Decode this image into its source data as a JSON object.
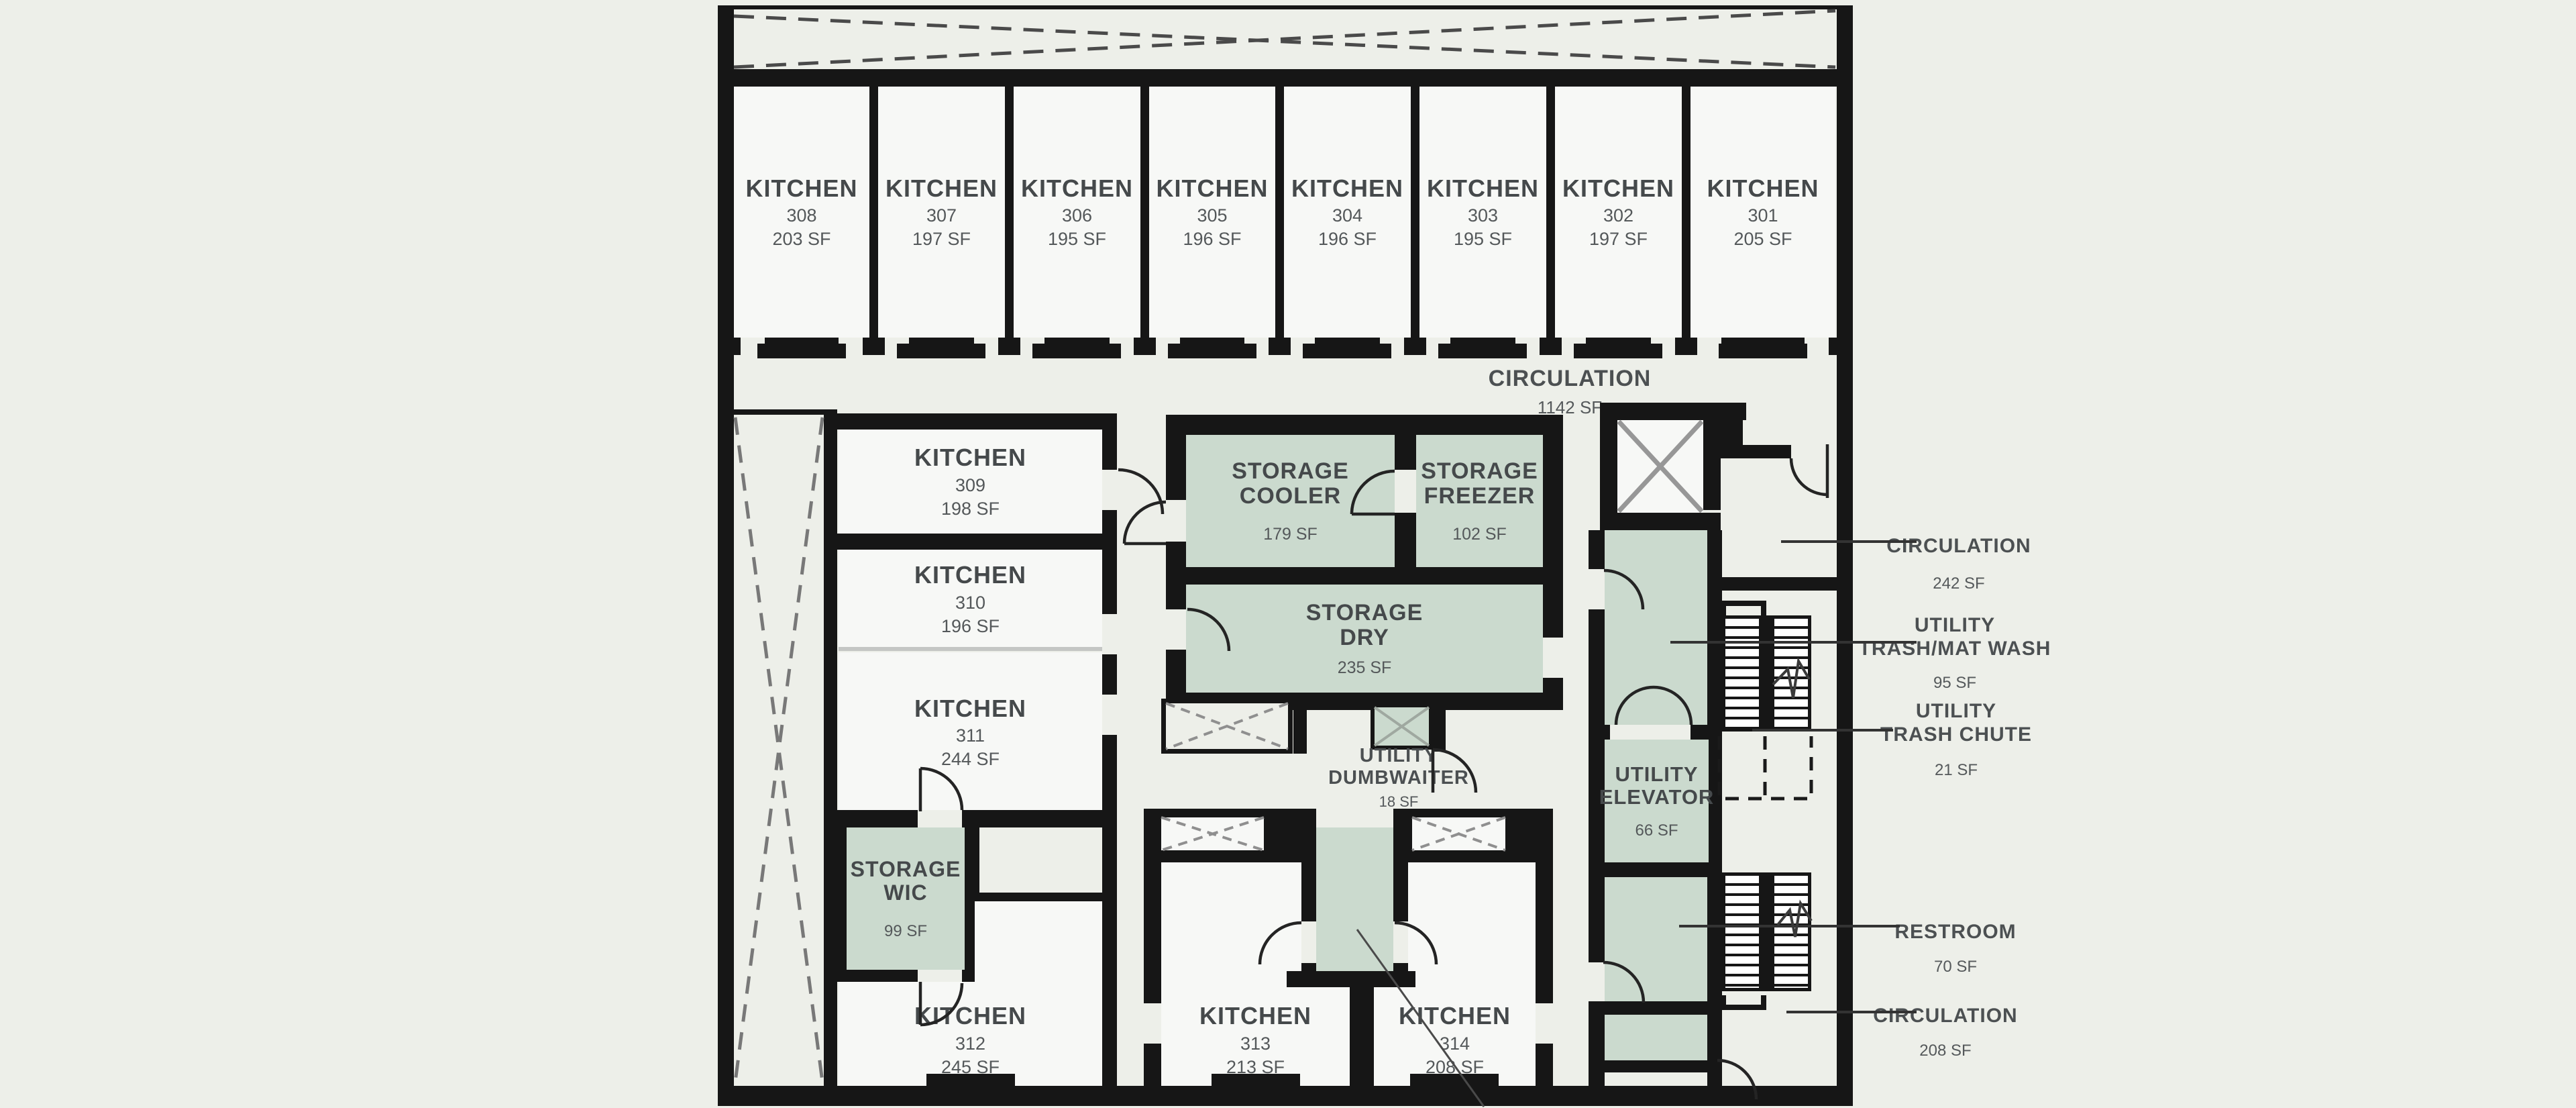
{
  "colors": {
    "wall": "#161616",
    "room_fill": "#f7f8f6",
    "storage_fill": "#cbdace",
    "background": "#edefe9",
    "label_text": "#45494b"
  },
  "rooms": {
    "top_row": [
      {
        "name": "KITCHEN",
        "number": "308",
        "area": "203 SF"
      },
      {
        "name": "KITCHEN",
        "number": "307",
        "area": "197 SF"
      },
      {
        "name": "KITCHEN",
        "number": "306",
        "area": "195 SF"
      },
      {
        "name": "KITCHEN",
        "number": "305",
        "area": "196 SF"
      },
      {
        "name": "KITCHEN",
        "number": "304",
        "area": "196 SF"
      },
      {
        "name": "KITCHEN",
        "number": "303",
        "area": "195 SF"
      },
      {
        "name": "KITCHEN",
        "number": "302",
        "area": "197 SF"
      },
      {
        "name": "KITCHEN",
        "number": "301",
        "area": "205 SF"
      }
    ],
    "left_column": [
      {
        "name": "KITCHEN",
        "number": "309",
        "area": "198 SF"
      },
      {
        "name": "KITCHEN",
        "number": "310",
        "area": "196 SF"
      },
      {
        "name": "KITCHEN",
        "number": "311",
        "area": "244 SF"
      }
    ],
    "storage_wic": {
      "line1": "STORAGE",
      "line2": "WIC",
      "area": "99 SF"
    },
    "kitchen_312": {
      "name": "KITCHEN",
      "number": "312",
      "area": "245 SF"
    },
    "kitchen_313": {
      "name": "KITCHEN",
      "number": "313",
      "area": "213 SF"
    },
    "kitchen_314": {
      "name": "KITCHEN",
      "number": "314",
      "area": "208 SF"
    },
    "storage_cooler": {
      "line1": "STORAGE",
      "line2": "COOLER",
      "area": "179 SF"
    },
    "storage_freezer": {
      "line1": "STORAGE",
      "line2": "FREEZER",
      "area": "102 SF"
    },
    "storage_dry": {
      "line1": "STORAGE",
      "line2": "DRY",
      "area": "235 SF"
    },
    "utility_dumbwaiter": {
      "line1": "UTILITY",
      "line2": "DUMBWAITER",
      "area": "18 SF"
    },
    "utility_elevator": {
      "line1": "UTILITY",
      "line2": "ELEVATOR",
      "area": "66 SF"
    }
  },
  "circulation_main": {
    "label": "CIRCULATION",
    "area": "1142 SF"
  },
  "callouts": [
    {
      "line1": "CIRCULATION",
      "line2": "",
      "area": "242 SF"
    },
    {
      "line1": "UTILITY",
      "line2": "TRASH/MAT WASH",
      "area": "95 SF"
    },
    {
      "line1": "UTILITY",
      "line2": "TRASH CHUTE",
      "area": "21 SF"
    },
    {
      "line1": "RESTROOM",
      "line2": "",
      "area": "70 SF"
    },
    {
      "line1": "CIRCULATION",
      "line2": "",
      "area": "208 SF"
    }
  ]
}
